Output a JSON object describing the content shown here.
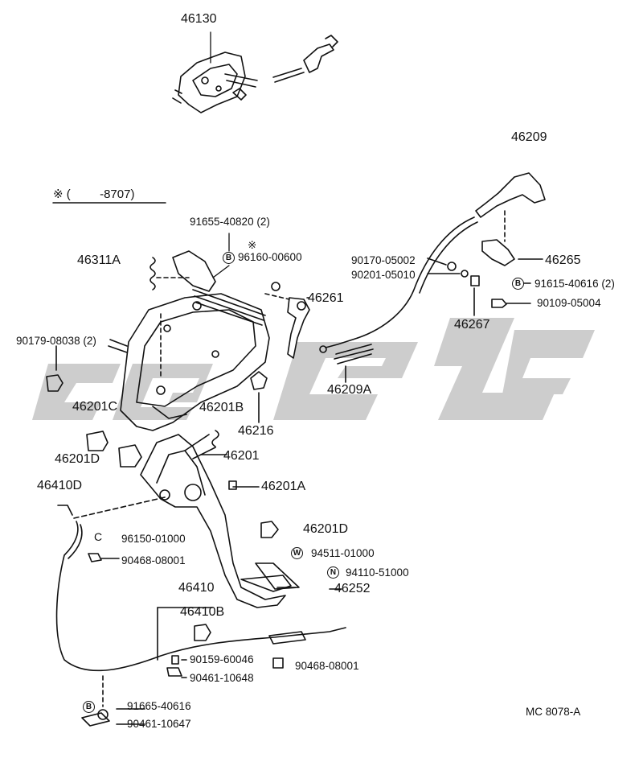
{
  "diagram": {
    "code": "MC 8078-A",
    "range_note": {
      "mark": "※",
      "open": "(",
      "close": "-8707)"
    },
    "star": "※",
    "watermark_color": "#c8c8c8",
    "line_color": "#111111"
  },
  "parts": {
    "p46130": "46130",
    "p46209": "46209",
    "p91655": "91655-40820 (2)",
    "p96160": "96160-00600",
    "p46311A": "46311A",
    "p90170": "90170-05002",
    "p46265": "46265",
    "p90201": "90201-05010",
    "p91615": "91615-40616 (2)",
    "p46261": "46261",
    "p90109": "90109-05004",
    "p90179": "90179-08038 (2)",
    "p46267": "46267",
    "p46209A": "46209A",
    "p46201C": "46201C",
    "p46201B": "46201B",
    "p46216": "46216",
    "p46201D_left": "46201D",
    "p46201": "46201",
    "p46410D": "46410D",
    "p46201A": "46201A",
    "p46201D_right": "46201D",
    "p96150": "96150-01000",
    "p94511": "94511-01000",
    "p90468_a": "90468-08001",
    "p94110": "94110-51000",
    "p46252": "46252",
    "p46410": "46410",
    "p46410B": "46410B",
    "p90159": "90159-60046",
    "p90468_b": "90468-08001",
    "p90461_a": "90461-10648",
    "p91665": "91665-40616",
    "p90461_b": "90461-10647"
  },
  "badges": {
    "b_91655": "B",
    "b_91615": "B",
    "b_94511": "W",
    "b_94110": "N",
    "b_91665": "B"
  },
  "symbols": {
    "c_96150": "C"
  }
}
